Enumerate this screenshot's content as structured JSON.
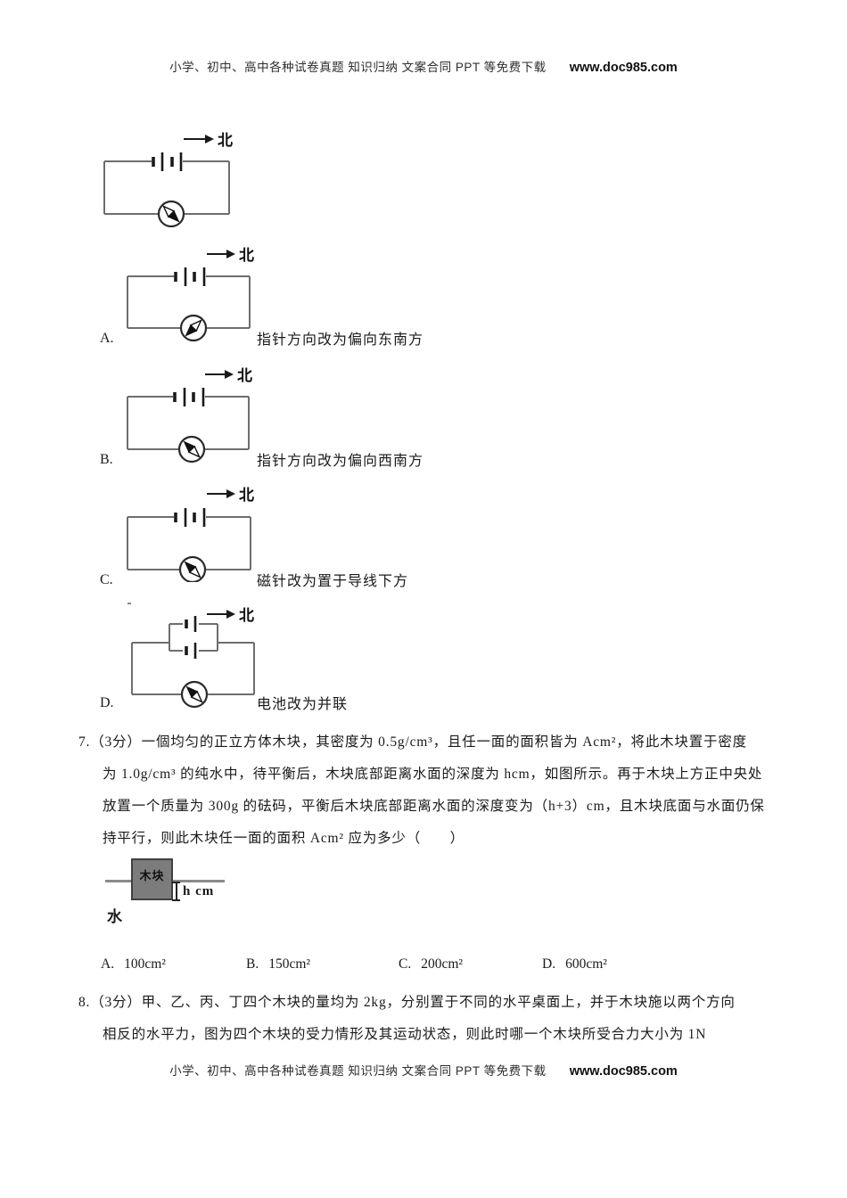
{
  "header": {
    "promo": "小学、初中、高中各种试卷真题 知识归纳 文案合同 PPT 等免费下载",
    "url": "www.doc985.com"
  },
  "footer": {
    "promo": "小学、初中、高中各种试卷真题 知识归纳 文案合同 PPT 等免费下载",
    "url": "www.doc985.com"
  },
  "labels": {
    "north": "北"
  },
  "colors": {
    "block_fill": "#7c7c7c",
    "wire_gray": "#6e6e6e",
    "text_black": "#1a1a1a"
  },
  "q6": {
    "options": [
      {
        "label": "A.",
        "text": "指针方向改为偏向东南方"
      },
      {
        "label": "B.",
        "text": "指针方向改为偏向西南方"
      },
      {
        "label": "C.",
        "text": "磁针改为置于导线下方"
      },
      {
        "label": "D.",
        "text": "电池改为并联"
      }
    ]
  },
  "q7": {
    "lines": [
      "7.（3分）一個均匀的正立方体木块，其密度为 0.5g/cm³，且任一面的面积皆为 Acm²，将此木块置于密度",
      "为 1.0g/cm³ 的纯水中，待平衡后，木块底部距离水面的深度为 hcm，如图所示。再于木块上方正中央处",
      "放置一个质量为 300g 的砝码，平衡后木块底部距离水面的深度变为（h+3）cm，且木块底面与水面仍保",
      "持平行，则此木块任一面的面积 Acm² 应为多少（　　）"
    ],
    "figure": {
      "block": "木块",
      "depth": "h cm",
      "water": "水"
    },
    "options": [
      {
        "label": "A.",
        "value": "100cm²"
      },
      {
        "label": "B.",
        "value": "150cm²"
      },
      {
        "label": "C.",
        "value": "200cm²"
      },
      {
        "label": "D.",
        "value": "600cm²"
      }
    ]
  },
  "q8": {
    "lines": [
      "8.（3分）甲、乙、丙、丁四个木块的量均为 2kg，分别置于不同的水平桌面上，并于木块施以两个方向",
      "相反的水平力，图为四个木块的受力情形及其运动状态，则此时哪一个木块所受合力大小为 1N"
    ]
  }
}
